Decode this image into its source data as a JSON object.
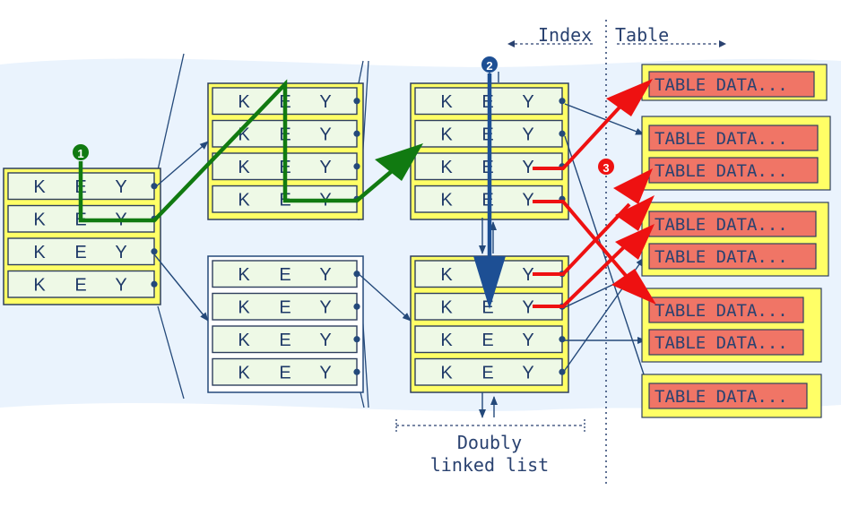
{
  "labels": {
    "index": "Index",
    "table": "Table",
    "doubly_linked_list_line1": "Doubly",
    "doubly_linked_list_line2": "linked list"
  },
  "markers": {
    "m1": "1",
    "m2": "2",
    "m3": "3"
  },
  "key_cell": {
    "c1": "K",
    "c2": "E",
    "c3": "Y"
  },
  "table_row_label": "TABLE DATA...",
  "colors": {
    "background_band": "#eaf3fd",
    "node_fill": "#ffff66",
    "cell_fill": "#eef9e6",
    "line": "#24497a",
    "green_path": "#117a11",
    "blue_path": "#1d4f94",
    "red_path": "#ee1111",
    "table_fill": "#f07566"
  }
}
